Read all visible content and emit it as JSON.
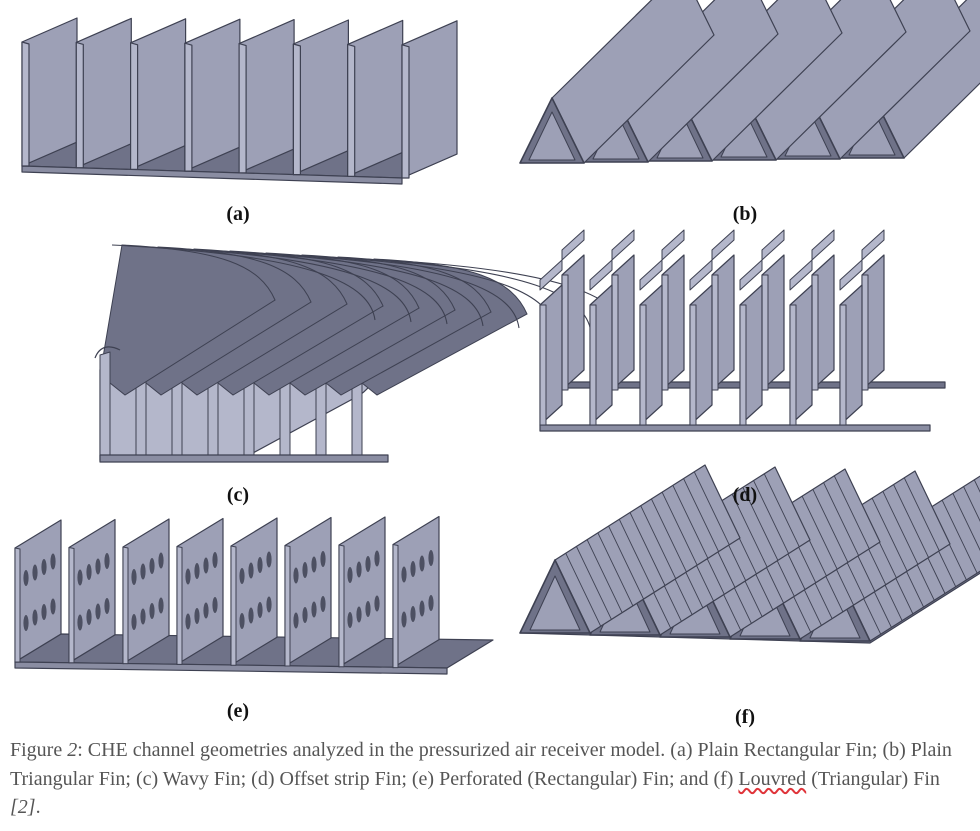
{
  "panels": [
    {
      "id": "a",
      "label": "(a)",
      "shape": "plain-rectangular-fin"
    },
    {
      "id": "b",
      "label": "(b)",
      "shape": "plain-triangular-fin"
    },
    {
      "id": "c",
      "label": "(c)",
      "shape": "wavy-fin"
    },
    {
      "id": "d",
      "label": "(d)",
      "shape": "offset-strip-fin"
    },
    {
      "id": "e",
      "label": "(e)",
      "shape": "perforated-rectangular-fin"
    },
    {
      "id": "f",
      "label": "(f)",
      "shape": "louvred-triangular-fin"
    }
  ],
  "colors": {
    "fin_face": "#9da0b6",
    "fin_dark": "#6f7288",
    "fin_top": "#b4b7cb",
    "outline": "#3e4152",
    "base": "#8a8da2",
    "hole": "#4d5062",
    "caption_text": "#555555",
    "spellcheck": "#e0343a"
  },
  "caption": {
    "prefix": "Figure ",
    "number": "2",
    "after_number": ": CHE channel geometries analyzed in the pressurized air receiver model. (a) Plain Rectangular Fin; (b) Plain Triangular Fin; (c) Wavy Fin; (d) Offset strip Fin; (e) Perforated (Rectangular) Fin; and (f) ",
    "flagged_word": "Louvred",
    "after_flagged": " (Triangular) Fin  ",
    "ref": "[2]",
    "end": "."
  }
}
